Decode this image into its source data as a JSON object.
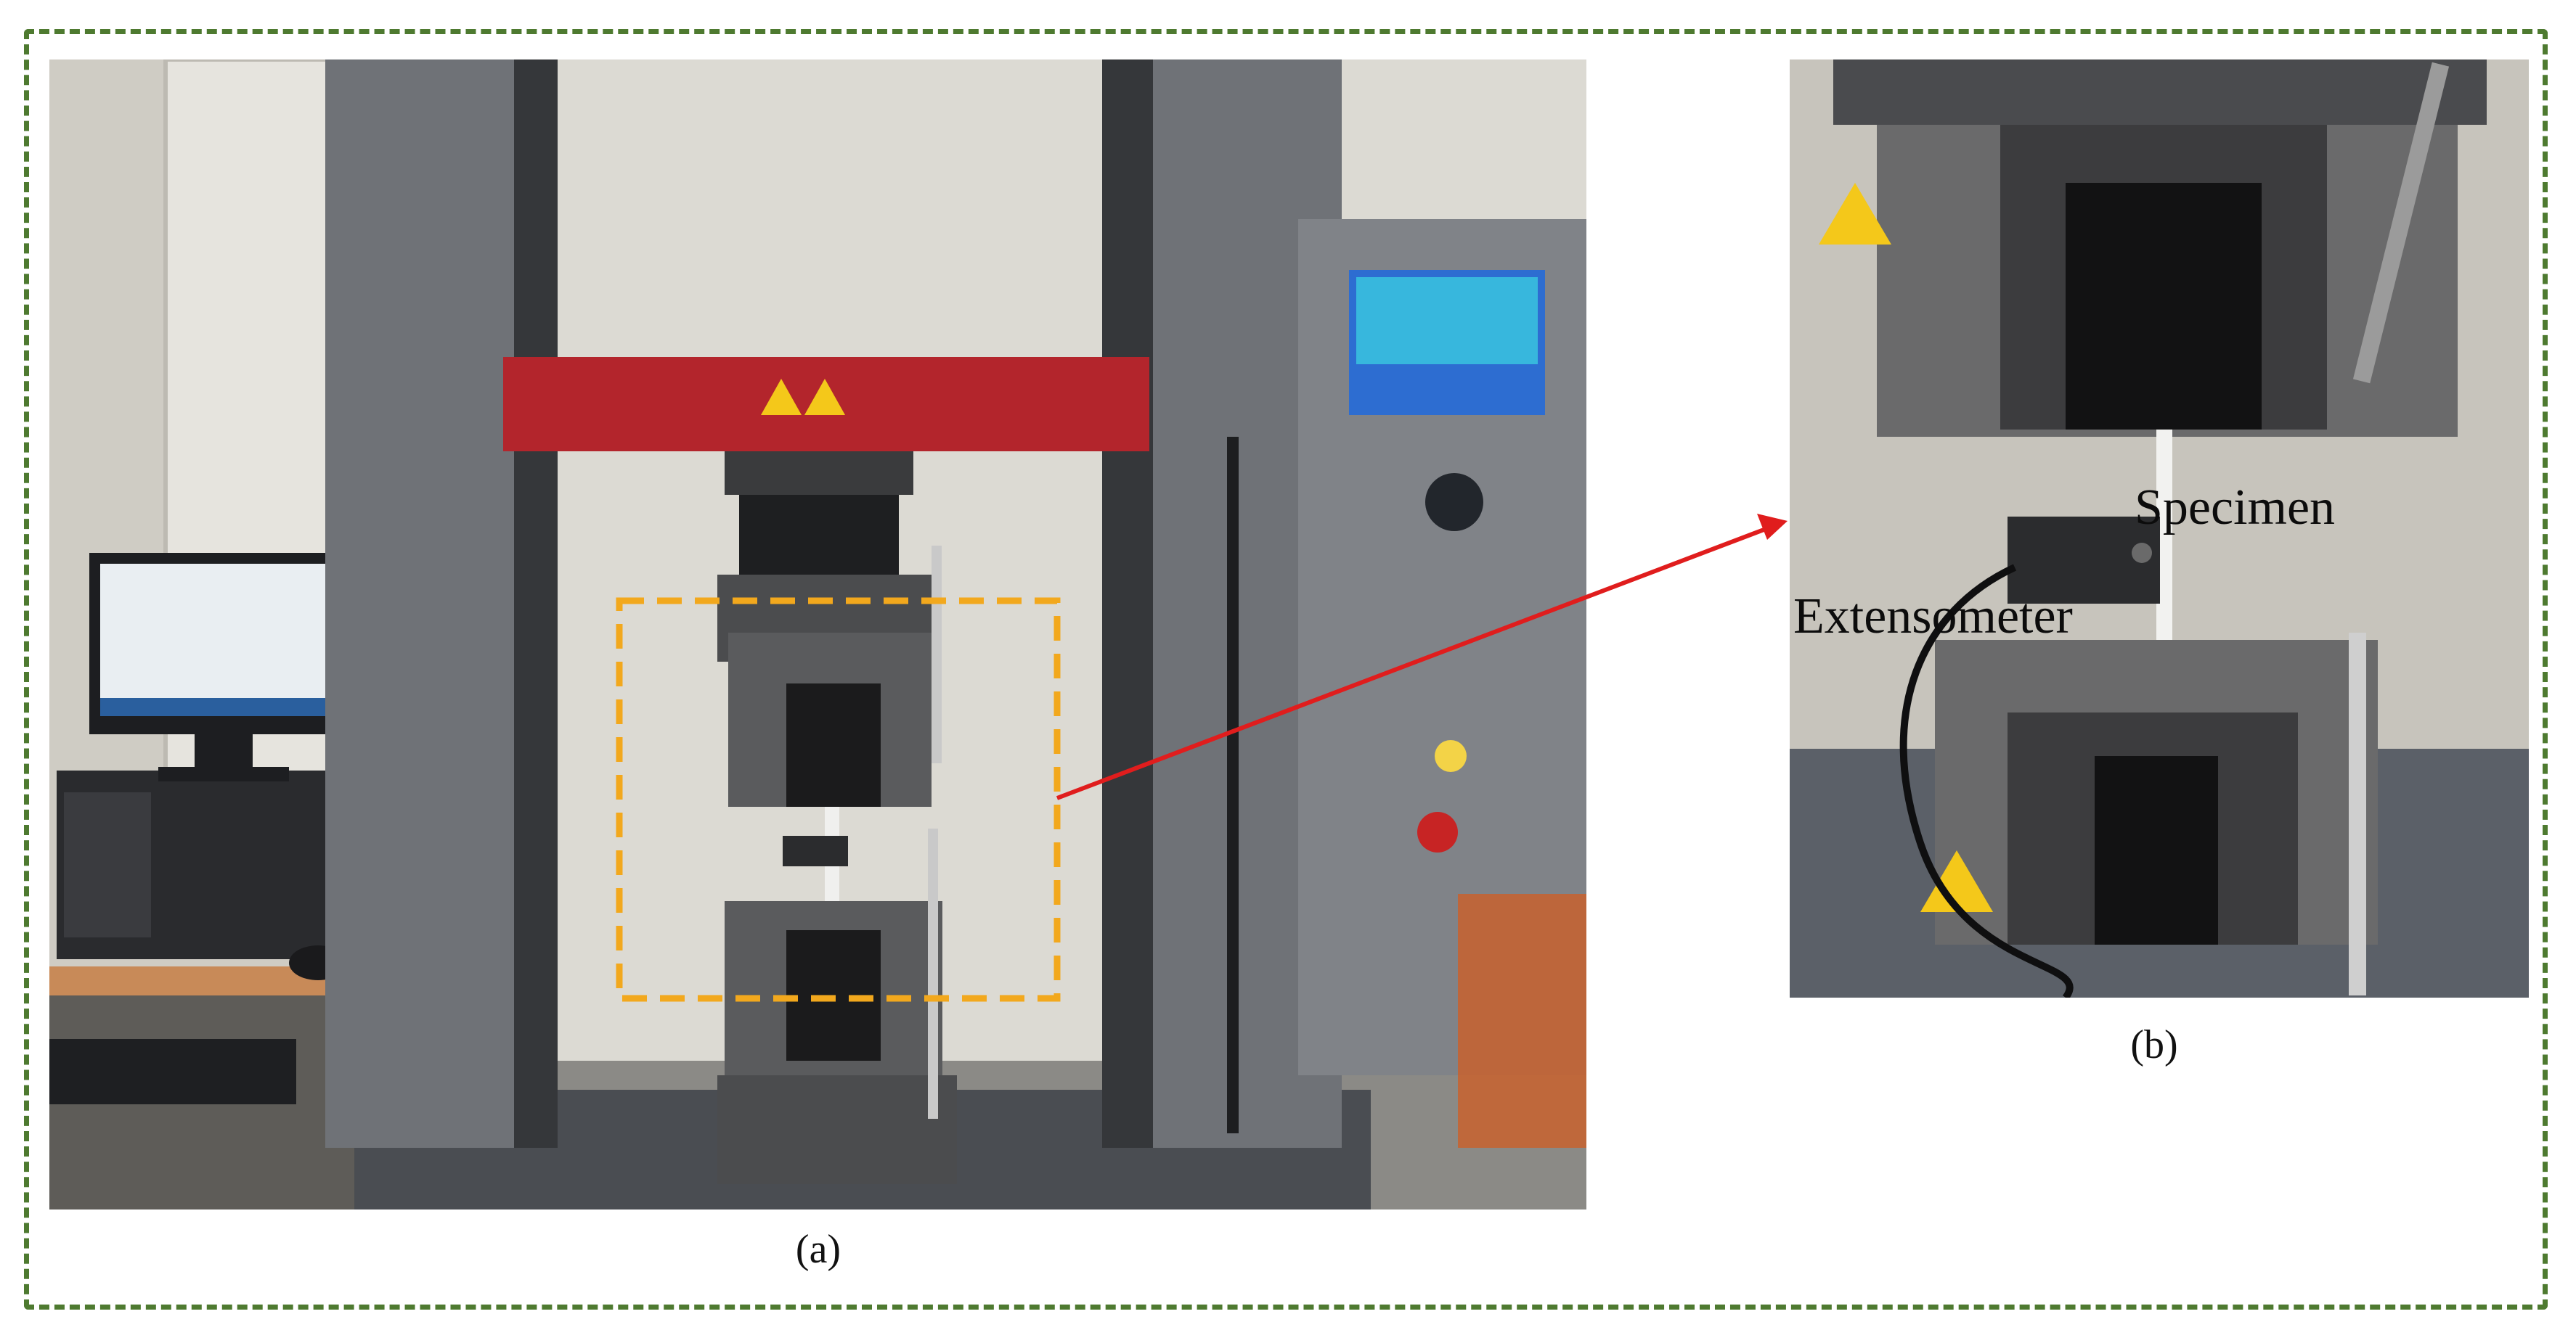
{
  "captions": {
    "a": "(a)",
    "b": "(b)"
  },
  "labels": {
    "specimen": "Specimen",
    "extensometer": "Extensometer"
  },
  "colors": {
    "frame_border": "#4e7a30",
    "highlight_box": "#f2a81d",
    "callout_arrow": "#e01d1d",
    "crosshead": "#b3252c"
  }
}
